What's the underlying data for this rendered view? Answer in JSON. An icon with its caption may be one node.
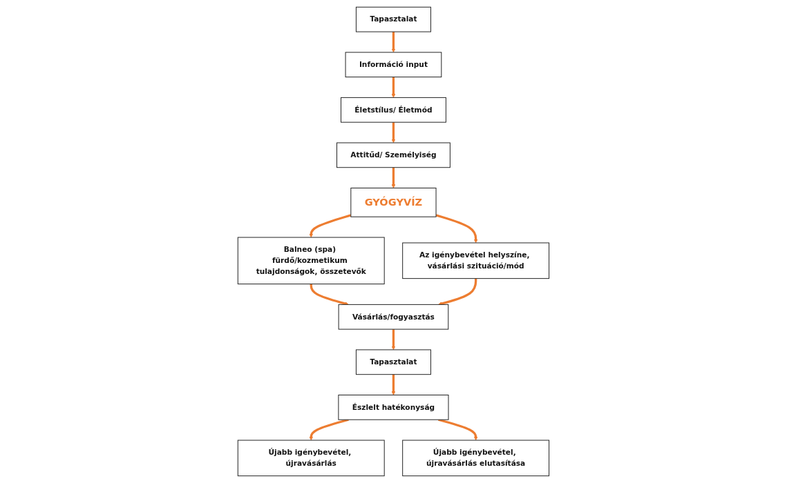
{
  "diagram": {
    "nodes": [
      {
        "text": [
          "Információ input"
        ]
      },
      {
        "text": [
          "Életstílus/ Életmód"
        ]
      },
      {
        "text": [
          "Attitűd/ Személyiség"
        ]
      },
      {
        "text": [
          "Tapasztalat"
        ]
      },
      {
        "text": [
          "GYÓGYVÍZ"
        ]
      },
      {
        "text": [
          "Balneo (spa) fürdő/kozmetikum tulajdonságok, összetevők"
        ]
      },
      {
        "text": [
          "Az igénybevétel helyszíne, vásárlási szituáció/mód"
        ]
      },
      {
        "text": [
          "Vásárlás/fogyasztás"
        ]
      },
      {
        "text": [
          "Tapasztalat"
        ]
      },
      {
        "text": [
          "Észlelt hatékonyság"
        ]
      },
      {
        "text": [
          "Újabb igénybevétel, újravásárlás"
        ]
      },
      {
        "text": [
          "Újabb igénybevétel, újravásárlás elutasítása"
        ]
      }
    ],
    "edges": [
      {
        "from": 3,
        "to": 0,
        "arrow": "to"
      },
      {
        "from": 0,
        "to": 1,
        "arrow": "to"
      },
      {
        "from": 1,
        "to": 2,
        "arrow": "to"
      },
      {
        "from": 2,
        "to": 4,
        "arrow": "to"
      },
      {
        "from": 4,
        "to": 5,
        "arrow": "to"
      },
      {
        "from": 4,
        "to": 6,
        "arrow": "to"
      },
      {
        "from": 5,
        "to": 7,
        "arrow": "to"
      },
      {
        "from": 6,
        "to": 7,
        "arrow": "to"
      },
      {
        "from": 7,
        "to": 8,
        "arrow": "to"
      },
      {
        "from": 8,
        "to": 9,
        "arrow": "to"
      },
      {
        "from": 9,
        "to": 10,
        "arrow": "to"
      },
      {
        "from": 9,
        "to": 11,
        "arrow": "to"
      }
    ]
  }
}
